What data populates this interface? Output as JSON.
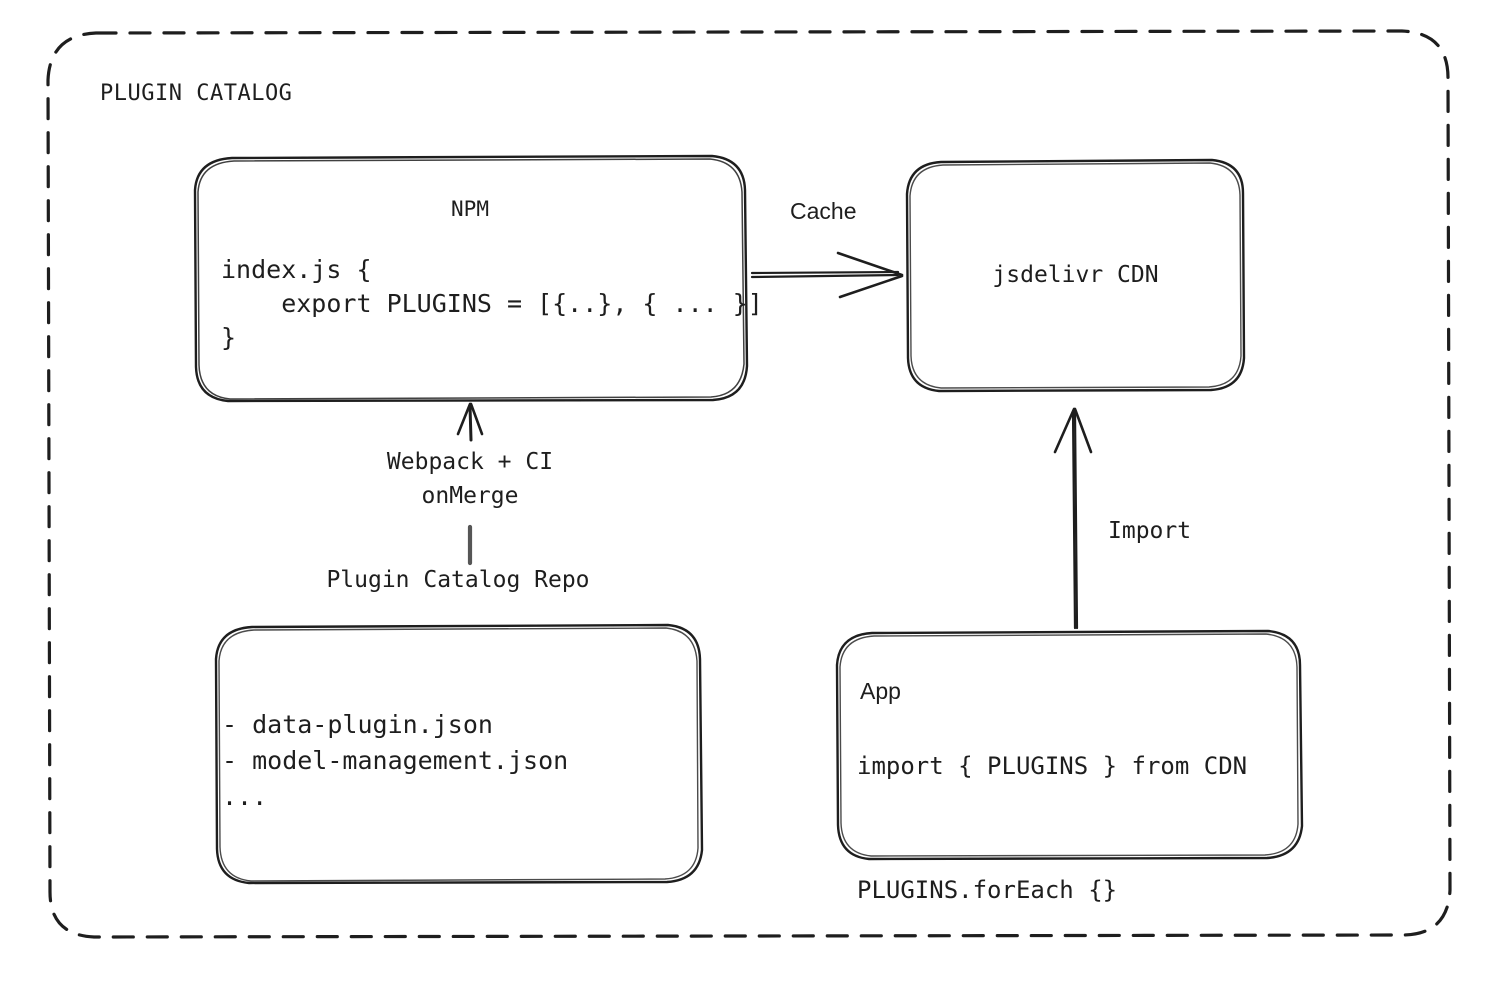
{
  "diagram": {
    "frame_title": "PLUGIN CATALOG",
    "stroke_color": "#1e1e1e",
    "background_color": "#ffffff"
  },
  "npm_box": {
    "title": "NPM",
    "code": "index.js {\n    export PLUGINS = [{..}, { ... }]\n}"
  },
  "cdn_box": {
    "title": "jsdelivr CDN"
  },
  "repo": {
    "label": "Plugin Catalog Repo",
    "lines": "- data-plugin.json\n- model-management.json\n..."
  },
  "app_box": {
    "title": "App",
    "code": "import { PLUGINS } from CDN\n\nPLUGINS.forEach {}"
  },
  "arrows": {
    "cache": "Cache",
    "webpack": "Webpack + CI\nonMerge",
    "import": "Import"
  }
}
